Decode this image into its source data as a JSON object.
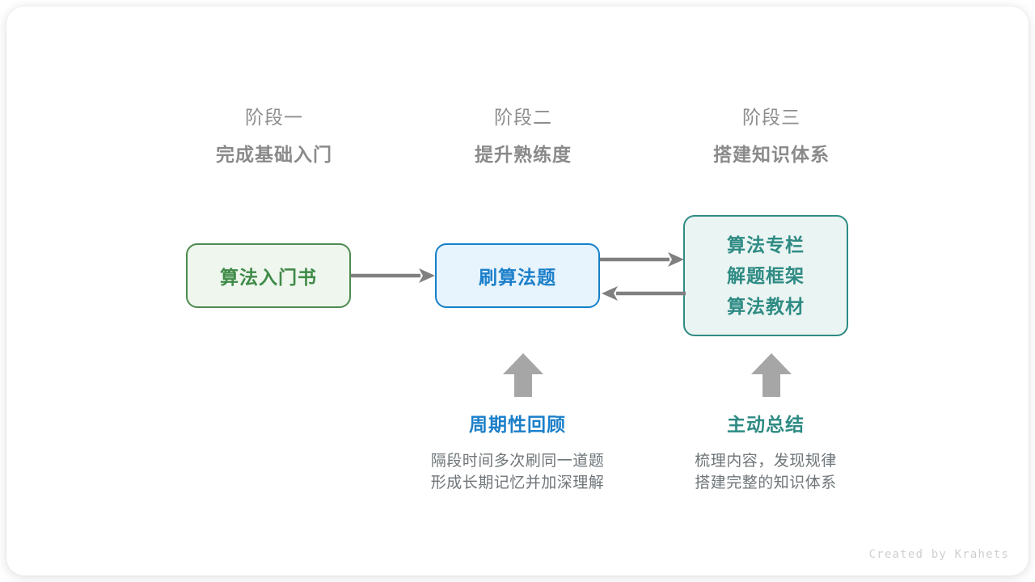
{
  "page": {
    "background": "#ffffff",
    "card_background": "#ffffff",
    "footer_credit": "Created by Krahets"
  },
  "palette": {
    "gray_text": "#8c8c8c",
    "gray_arrow": "#808080",
    "block_arrow": "#a6a6a6",
    "green": "#3f8a47",
    "green_border": "#4e8b4f",
    "green_fill": "#eef6ee",
    "blue": "#1b7fc9",
    "blue_border": "#1580ca",
    "blue_fill": "#e7f3fd",
    "teal": "#2e8b84",
    "teal_border": "#2e8b84",
    "teal_fill": "#eaf4f2",
    "desc_text": "#6f7579"
  },
  "stages": [
    {
      "index_label": "阶段一",
      "title": "完成基础入门"
    },
    {
      "index_label": "阶段二",
      "title": "提升熟练度"
    },
    {
      "index_label": "阶段三",
      "title": "搭建知识体系"
    }
  ],
  "nodes": {
    "book": {
      "lines": [
        "算法入门书"
      ]
    },
    "practice": {
      "lines": [
        "刷算法题"
      ]
    },
    "system": {
      "lines": [
        "算法专栏",
        "解题框架",
        "算法教材"
      ]
    }
  },
  "connectors": [
    {
      "name": "book-to-practice",
      "direction": "right",
      "color": "#808080"
    },
    {
      "name": "practice-to-system",
      "direction": "right",
      "color": "#808080"
    },
    {
      "name": "system-to-practice",
      "direction": "left",
      "color": "#808080"
    },
    {
      "name": "review-up",
      "direction": "up",
      "color": "#a6a6a6"
    },
    {
      "name": "summary-up",
      "direction": "up",
      "color": "#a6a6a6"
    }
  ],
  "annotations": [
    {
      "title": "周期性回顾",
      "color": "#1b7fc9",
      "desc_lines": [
        "隔段时间多次刷同一道题",
        "形成长期记忆并加深理解"
      ]
    },
    {
      "title": "主动总结",
      "color": "#2e8b84",
      "desc_lines": [
        "梳理内容，发现规律",
        "搭建完整的知识体系"
      ]
    }
  ]
}
